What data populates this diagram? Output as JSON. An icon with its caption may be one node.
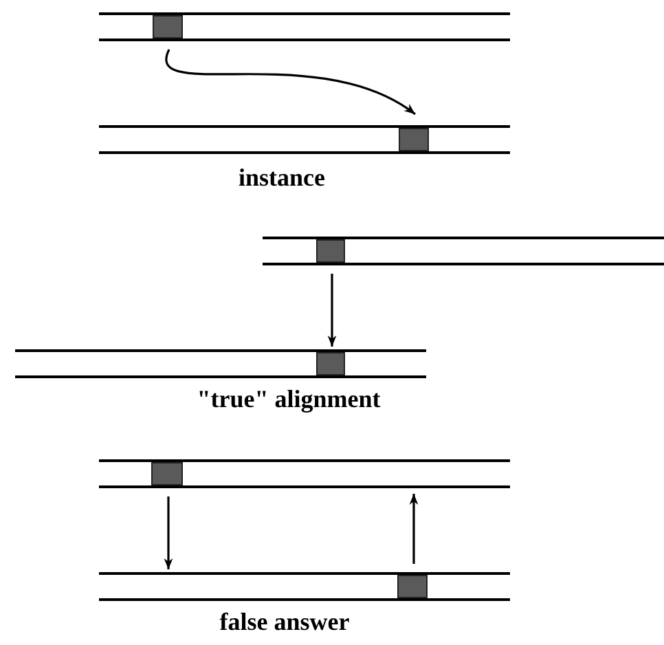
{
  "diagram": {
    "nodes": [
      {
        "text": [],
        "shape": "bar"
      },
      {
        "text": [],
        "shape": "box",
        "in": 0
      },
      {
        "text": [],
        "shape": "bar"
      },
      {
        "text": [],
        "shape": "box",
        "in": 2
      },
      {
        "text": [],
        "shape": "bar"
      },
      {
        "text": [],
        "shape": "box",
        "in": 4
      },
      {
        "text": [],
        "shape": "bar"
      },
      {
        "text": [],
        "shape": "box",
        "in": 6
      },
      {
        "text": [],
        "shape": "bar"
      },
      {
        "text": [],
        "shape": "box",
        "in": 8
      },
      {
        "text": [],
        "shape": "bar"
      },
      {
        "text": [],
        "shape": "box",
        "in": 10
      }
    ],
    "edges": [
      {
        "from": 1,
        "to": 3,
        "arrow": "to"
      },
      {
        "from": 5,
        "to": 7,
        "arrow": "to"
      },
      {
        "from": 9,
        "to": 10,
        "arrow": "to"
      },
      {
        "from": 11,
        "to": 8,
        "arrow": "to"
      }
    ],
    "labels": [
      "instance",
      "\"true\" alignment",
      "false answer"
    ]
  }
}
